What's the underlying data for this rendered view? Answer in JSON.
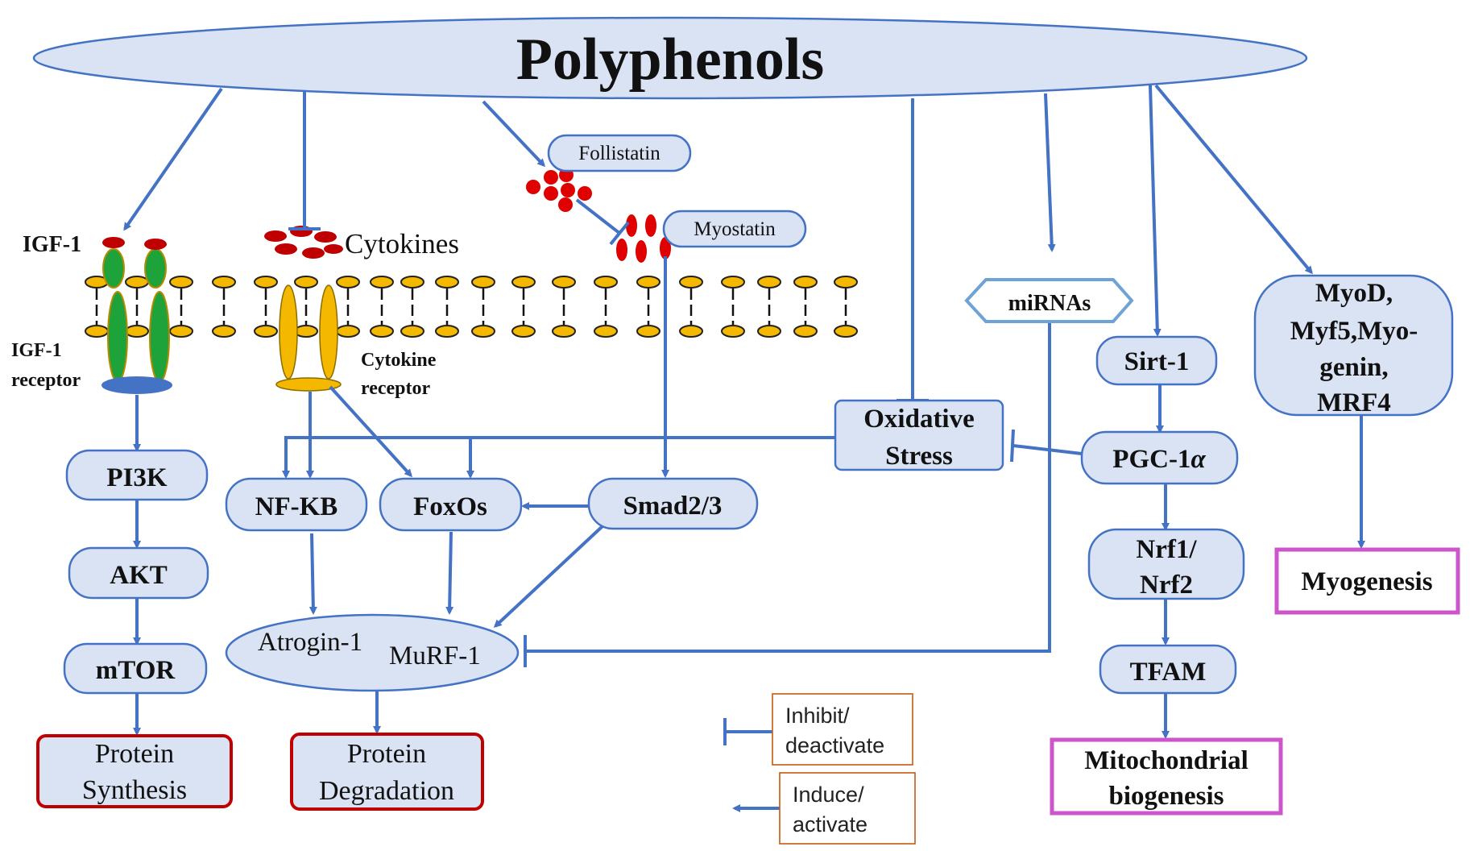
{
  "title": "Polyphenols",
  "colors": {
    "node_fill": "#dae3f3",
    "node_stroke": "#4472c4",
    "arrow": "#4472c4",
    "outcome_red": "#c00000",
    "outcome_magenta": "#cc55cc",
    "ligand_red": "#c00000",
    "lipid_yellow": "#f5b800",
    "igf_receptor_green": "#1ea23a"
  },
  "membrane": {
    "igf1_label": "IGF-1",
    "igf1_receptor_label_line1": "IGF-1",
    "igf1_receptor_label_line2": "receptor",
    "cytokines_label": "Cytokines",
    "cytokine_receptor_line1": "Cytokine",
    "cytokine_receptor_line2": "receptor",
    "follistatin_label": "Follistatin",
    "myostatin_label": "Myostatin"
  },
  "nodes": {
    "mirnas": "miRNAs",
    "myod_line1": "MyoD,",
    "myod_line2": "Myf5,Myo-",
    "myod_line3": "genin,",
    "myod_line4": "MRF4",
    "sirt1": "Sirt-1",
    "oxidative_line1": "Oxidative",
    "oxidative_line2": "Stress",
    "pgc1a": "PGC-1",
    "pgc1a_symbol": "α",
    "pi3k": "PI3K",
    "nfkb": "NF-KB",
    "foxos": "FoxOs",
    "smad": "Smad2/3",
    "akt": "AKT",
    "nrf_line1": "Nrf1/",
    "nrf_line2": "Nrf2",
    "mtor": "mTOR",
    "atrogin": "Atrogin-1",
    "murf": "MuRF-1",
    "tfam": "TFAM"
  },
  "outcomes": {
    "protein_synthesis_line1": "Protein",
    "protein_synthesis_line2": "Synthesis",
    "protein_degradation_line1": "Protein",
    "protein_degradation_line2": "Degradation",
    "mito_line1": "Mitochondrial",
    "mito_line2": "biogenesis",
    "myogenesis": "Myogenesis"
  },
  "legend": {
    "inhibit_line1": "Inhibit/",
    "inhibit_line2": "deactivate",
    "induce_line1": "Induce/",
    "induce_line2": "activate"
  }
}
